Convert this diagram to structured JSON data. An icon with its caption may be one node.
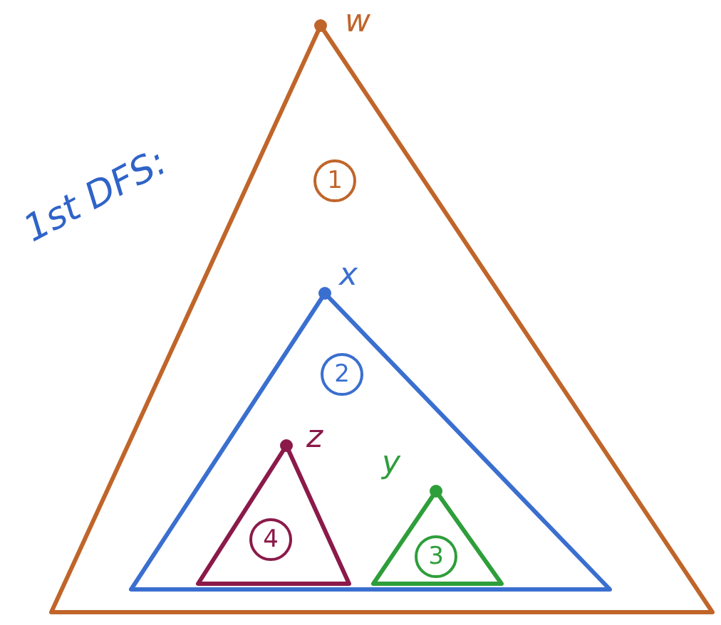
{
  "diagram": {
    "nodes": [
      {
        "text": [
          "1"
        ],
        "beside": [
          "w"
        ]
      },
      {
        "text": [
          "2"
        ],
        "beside": [
          "x"
        ],
        "in": 0
      },
      {
        "text": [
          "4"
        ],
        "beside": [
          "z"
        ],
        "in": 1
      },
      {
        "text": [
          "3"
        ],
        "beside": [
          "y"
        ],
        "in": 1
      }
    ],
    "labels": [
      "1st DFS:"
    ]
  }
}
